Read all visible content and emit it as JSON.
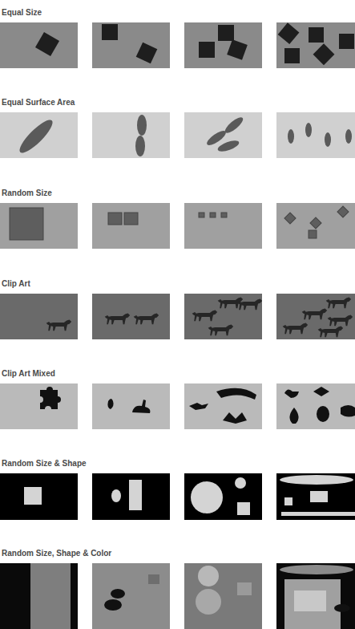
{
  "diagram": {
    "labels": [
      "Equal Size",
      "Equal Surface Area",
      "Random Size",
      "Clip Art",
      "Clip Art Mixed",
      "Random Size & Shape",
      "Random Size, Shape & Color"
    ]
  }
}
